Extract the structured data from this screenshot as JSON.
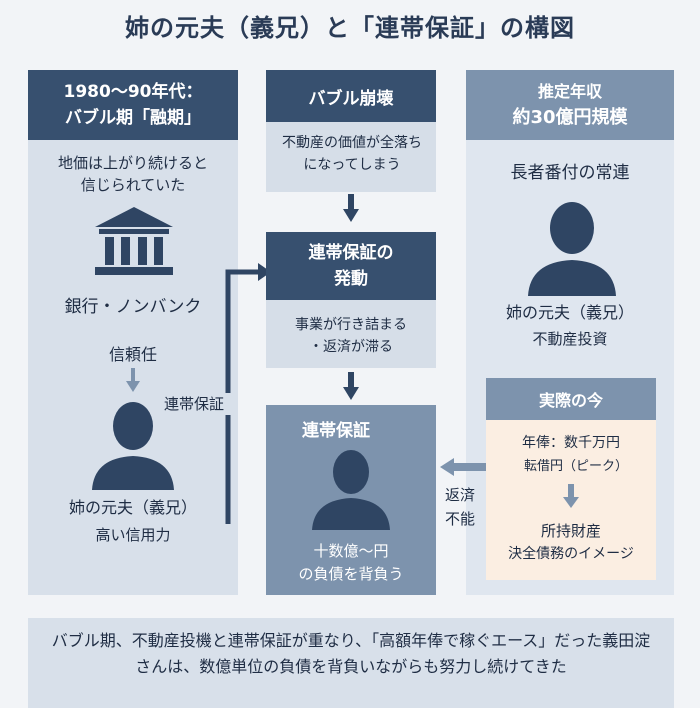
{
  "title": "姉の元夫（義兄）と「連帯保証」の構図",
  "left_panel": {
    "header_line1": "1980〜90年代：",
    "header_line2": "バブル期「融期」",
    "belief": "地価は上がり続けると信じられていた",
    "bank_label": "銀行・ノンバンク",
    "trust_label": "信頼任",
    "guarantee_label": "連帯保証",
    "person_name": "姉の元夫（義兄）",
    "person_desc": "高い信用力"
  },
  "center_panel": {
    "header": "バブル崩壊",
    "collapse_text": "不動産の価値が全落ちになってしまう",
    "guarantee_box_line1": "連帯保証の",
    "guarantee_box_line2": "発動",
    "execution_text_line1": "事業が行き詰まる",
    "execution_text_line2": "・返済が滞る",
    "bottom_header": "連帯保証",
    "debt_line1": "十数億〜円",
    "debt_line2": "の負債を背負う"
  },
  "right_panel": {
    "header_line1": "推定年収",
    "header_line2": "約30億円規模",
    "label": "長者番付の常連",
    "person_name": "姉の元夫（義兄）",
    "person_desc": "不動産投資",
    "reality_header": "実際の今",
    "annual_line1": "年俸：数千万円",
    "annual_line2": "転借円（ピーク）",
    "result_line1": "所持財産",
    "result_line2": "決全債務のイメージ",
    "repay_label_1": "返済",
    "repay_label_2": "不能"
  },
  "footer": {
    "text": "バブル期、不動産投機と連帯保証が重なり、「高額年俸で稼ぐエース」だった義田淀さんは、数億単位の負債を背負いながらも努力し続けてきた"
  },
  "colors": {
    "dark_header": "#37506f",
    "mid_header": "#7d93ad",
    "panel_left": "#d8e0ea",
    "panel_center": "#c9d4e1",
    "panel_right": "#dfe6ef",
    "peach": "#fbeee2"
  }
}
